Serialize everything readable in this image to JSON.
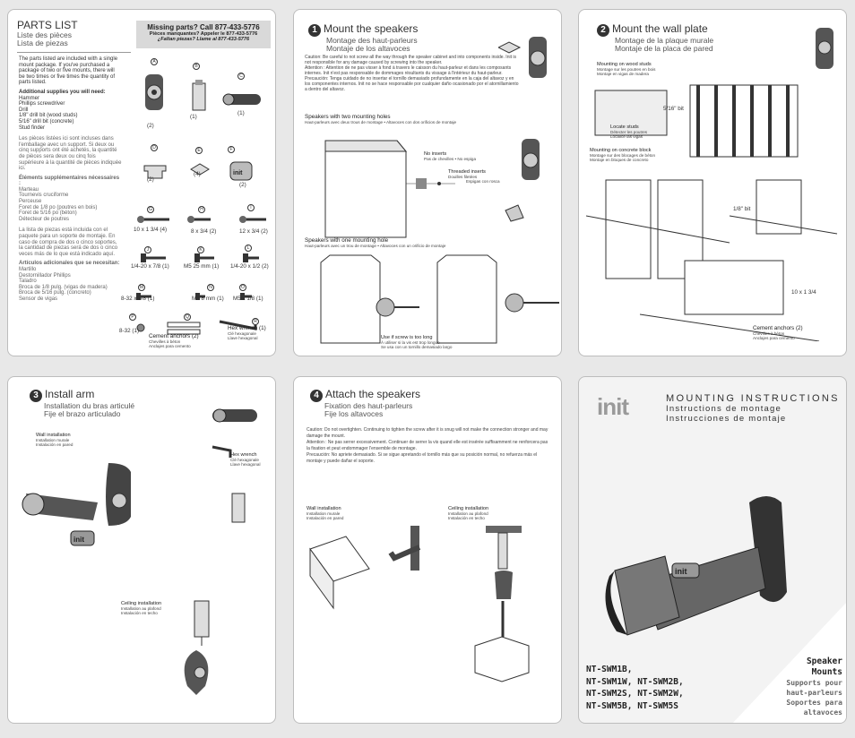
{
  "parts": {
    "title": "PARTS LIST",
    "title_fr": "Liste des pièces",
    "title_es": "Lista de piezas",
    "missing_en": "Missing parts? Call 877-433-5776",
    "missing_fr": "Pièces manquantes? Appeler le 877-433-5776",
    "missing_es": "¿Faltan piezas? Llame al 877-433-5776",
    "intro_en": "The parts listed are included with a single mount package. If you've purchased a package of two or five mounts, there will be two times or five times the quantity of parts listed.",
    "supplies_head_en": "Additional supplies you will need:",
    "supplies_en": [
      "Hammer",
      "Phillips screwdriver",
      "Drill",
      "1/8\" drill bit (wood studs)",
      "5/16\" drill bit (concrete)",
      "Stud finder"
    ],
    "intro_fr": "Les pièces listées ici sont incluses dans l'emballage avec un support. Si deux ou cinq supports ont été achetés, la quantité de pièces sera deux ou cinq fois supérieure à la quantité de pièces indiquée ici.",
    "supplies_head_fr": "Éléments supplémentaires nécessaires :",
    "supplies_fr": [
      "Marteau",
      "Tournevis cruciforme",
      "Perceuse",
      "Foret de 1/8 po (poutres en bois)",
      "Foret de 5/16 po (béton)",
      "Détecteur de poutres"
    ],
    "intro_es": "La lista de piezas está incluida con el paquete para un soporte de montaje. En caso de compra de dos o cinco soportes, la cantidad de piezas será de dos o cinco veces más de lo que está indicado aquí.",
    "supplies_head_es": "Artículos adicionales que se necesitan:",
    "supplies_es": [
      "Martillo",
      "Destornillador Phillips",
      "Taladro",
      "Broca de 1/8 pulg. (vigas de madera)",
      "Broca de 5/16 pulg. (concreto)",
      "Sensor de vigas"
    ],
    "items": [
      {
        "letter": "A",
        "qty": "(2)"
      },
      {
        "letter": "B",
        "qty": "(1)"
      },
      {
        "letter": "C",
        "qty": "(1)"
      },
      {
        "letter": "D",
        "qty": "(2)"
      },
      {
        "letter": "E",
        "qty": "(4)"
      },
      {
        "letter": "F",
        "qty": "(2)"
      },
      {
        "letter": "G",
        "qty": "10 x 1 3/4 (4)"
      },
      {
        "letter": "H",
        "qty": "8 x 3/4 (2)"
      },
      {
        "letter": "I",
        "qty": "12 x 3/4 (2)"
      },
      {
        "letter": "J",
        "qty": "1/4-20 x 7/8 (1)"
      },
      {
        "letter": "K",
        "qty": "M5 25 mm (1)"
      },
      {
        "letter": "L",
        "qty": "1/4-20 x 1/2 (2)"
      },
      {
        "letter": "M",
        "qty": "8-32 x 5/8 (1)"
      },
      {
        "letter": "N",
        "qty": "M4 8 mm (1)"
      },
      {
        "letter": "O",
        "qty": "M5 x 1/8 (1)"
      },
      {
        "letter": "P",
        "qty": "8-32 (1)"
      },
      {
        "letter": "Q",
        "qty": ""
      },
      {
        "letter": "R",
        "qty": ""
      }
    ],
    "anchors_en": "Cement anchors (2)",
    "anchors_fr": "Chevilles à béton",
    "anchors_es": "Anclajes para cemento",
    "hex_en": "Hex wrench (1)",
    "hex_fr": "Clé hexagonale",
    "hex_es": "Llave hexagonal",
    "logo": "init"
  },
  "step1": {
    "num": "1",
    "title": "Mount the speakers",
    "title_fr": "Montage des haut-parleurs",
    "title_es": "Montaje de los altavoces",
    "caution": "Caution: Be careful to not screw all the way through the speaker cabinet and into components inside. Init is not responsible for any damage caused by screwing into the speaker.",
    "attention": "Attention : Attention de ne pas visser à fond à travers le caisson du haut-parleur et dans les composants internes. Init n'est pas responsable de dommages résultants du vissage à l'intérieur du haut-parleur.",
    "precaucion": "Precaución: Tenga cuidado de no insertar el tornillo demasiado profundamente en la caja del altavoz y en los componentes internos. Init no se hace responsable por cualquier daño ocasionado por el atornillamiento a dentro del altavoz.",
    "two_holes": "Speakers with two mounting holes",
    "two_holes_sub": "Haut-parleurs avec deux trous de montage • Altavoces con dos orificios de montaje",
    "no_inserts": "No inserts",
    "no_inserts_sub": "Pas de chevilles • No espiga",
    "threaded": "Threaded inserts",
    "threaded_fr": "Douilles filetées",
    "threaded_es": "Espigas con rosca",
    "one_hole": "Speakers with one mounting hole",
    "one_hole_sub": "Haut-parleurs avec un trou de montage • Altavoces con un orificio de montaje",
    "too_long": "Use if screw is too long",
    "too_long_fr": "À utiliser si la vis est trop longue",
    "too_long_es": "Se usa con un tornillo demasiado largo"
  },
  "step2": {
    "num": "2",
    "title": "Mount the wall plate",
    "title_fr": "Montage de la plaque murale",
    "title_es": "Montaje de la placa de pared",
    "wood": "Mounting on wood studs",
    "wood_fr": "Montage sur les poutres en bois",
    "wood_es": "Montaje en vigas de madera",
    "bit1": "5/16\" bit",
    "locate": "Locate studs",
    "locate_fr": "Détecter les poutres",
    "locate_es": "Localice las vigas",
    "concrete": "Mounting on concrete block",
    "concrete_fr": "Montage sur des blocages de béton",
    "concrete_es": "Montaje en bloques de concreto",
    "bit2": "1/8\" bit",
    "screw": "10 x 1 3/4",
    "anchors": "Cement anchors (2)",
    "anchors_fr": "Chevilles à béton",
    "anchors_es": "Anclajes para cemento"
  },
  "step3": {
    "num": "3",
    "title": "Install arm",
    "title_fr": "Installation du bras articulé",
    "title_es": "Fije el brazo articulado",
    "wall": "Wall installation",
    "wall_fr": "Installation murale",
    "wall_es": "Instalación en pared",
    "hex": "Hex wrench",
    "hex_fr": "Clé hexagonale",
    "hex_es": "Llave hexagonal",
    "ceiling": "Ceiling installation",
    "ceiling_fr": "Installation au plafond",
    "ceiling_es": "Instalación en techo",
    "logo": "init"
  },
  "step4": {
    "num": "4",
    "title": "Attach the speakers",
    "title_fr": "Fixation des haut-parleurs",
    "title_es": "Fije los altavoces",
    "caution": "Caution: Do not overtighten. Continuing to tighten the screw after it is snug will not make the connection stronger and may damage the mount.",
    "attention": "Attention : Ne pas serrer excessivement. Continuer de serrer la vis quand elle est insérée suffisamment ne renforcera pas la fixation et peut endommager l'ensemble de montage.",
    "precaucion": "Precaución: No apriete demasiado. Si se sigue apretando el tornillo más que su posición normal, no refuerza más el montaje y puede dañar el soporte.",
    "wall": "Wall installation",
    "wall_fr": "Installation murale",
    "wall_es": "Instalación en pared",
    "ceiling": "Ceiling installation",
    "ceiling_fr": "Installation au plafond",
    "ceiling_es": "Instalación en techo"
  },
  "cover": {
    "logo": "init",
    "title": "MOUNTING INSTRUCTIONS",
    "title_fr": "Instructions de montage",
    "title_es": "Instrucciones de montaje",
    "models": [
      "NT-SWM1B,",
      "NT-SWM1W, NT-SWM2B,",
      "NT-SWM2S, NT-SWM2W,",
      "NT-SWM5B, NT-SWM5S"
    ],
    "product_en1": "Speaker",
    "product_en2": "Mounts",
    "product_fr1": "Supports pour",
    "product_fr2": "haut-parleurs",
    "product_es1": "Soportes para",
    "product_es2": "altavoces"
  }
}
